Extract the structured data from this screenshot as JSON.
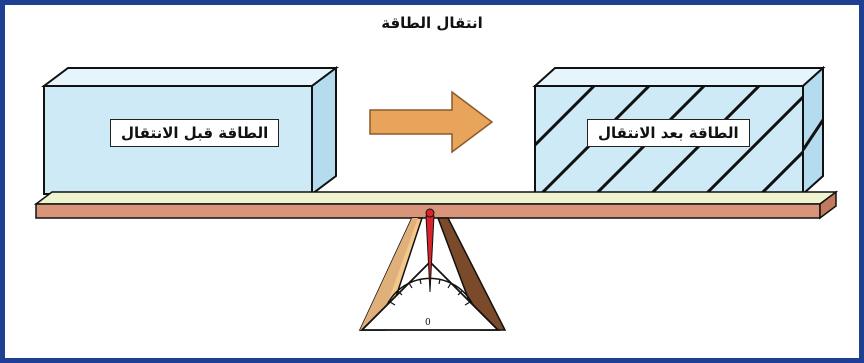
{
  "title": "انتقال الطاقة",
  "left_box": {
    "label": "الطاقة قبل الانتقال"
  },
  "right_box": {
    "label": "الطاقة بعد الانتقال"
  },
  "scale": {
    "zero_label": "0"
  },
  "colors": {
    "frame": "#1f3f93",
    "box_fill": "#cfeaf7",
    "arrow": "#e8a45a",
    "beam": "#d9957a",
    "needle": "#d9232d"
  }
}
